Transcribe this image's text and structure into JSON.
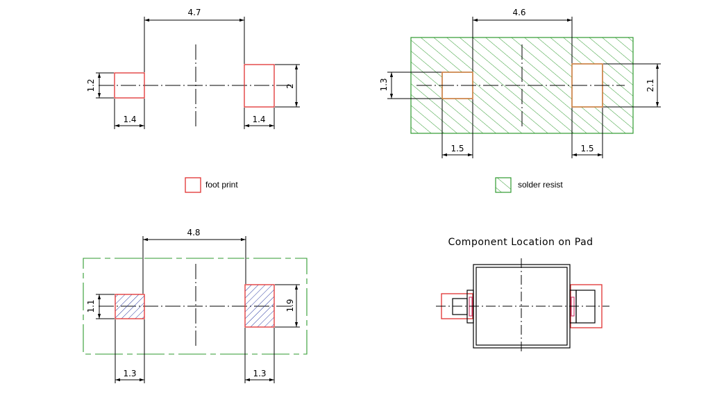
{
  "footprint": {
    "pitch": "4.7",
    "left_pad_height": "1.2",
    "right_pad_height": "2",
    "left_pad_width": "1.4",
    "right_pad_width": "1.4"
  },
  "solder_resist": {
    "pitch": "4.6",
    "left_pad_height": "1.3",
    "right_pad_height": "2.1",
    "left_pad_width": "1.5",
    "right_pad_width": "1.5"
  },
  "stencil": {
    "pitch": "4.8",
    "left_pad_height": "1.1",
    "right_pad_height": "1.9",
    "left_pad_width": "1.3",
    "right_pad_width": "1.3"
  },
  "legend": {
    "footprint_label": "foot print",
    "solder_resist_label": "solder resist"
  },
  "component_location": {
    "title": "Component Location on Pad"
  },
  "colors": {
    "footprint": "#e03030",
    "solder_resist": "#2e9a2e",
    "stencil_hatch": "#2b3aa0"
  }
}
